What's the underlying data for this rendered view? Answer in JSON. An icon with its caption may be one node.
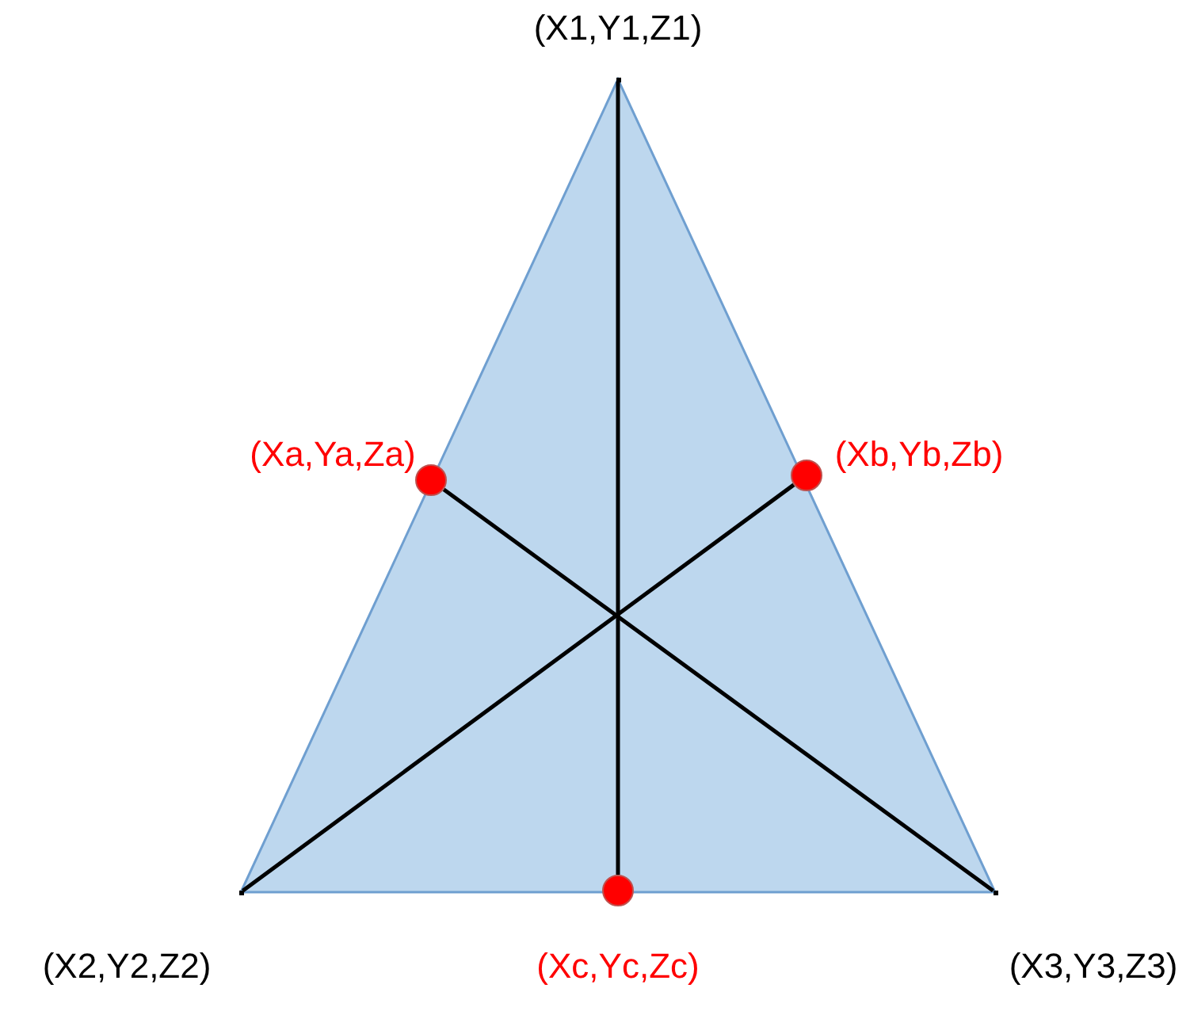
{
  "diagram": {
    "nodes": [
      {
        "text": [],
        "shape": "triangle"
      },
      {
        "text": [],
        "shape": "point",
        "in": 0,
        "beside": [
          "(X1,Y1,Z1)"
        ]
      },
      {
        "text": [],
        "shape": "point",
        "in": 0,
        "beside": [
          "(X2,Y2,Z2)"
        ]
      },
      {
        "text": [],
        "shape": "point",
        "in": 0,
        "beside": [
          "(X3,Y3,Z3)"
        ]
      },
      {
        "text": [],
        "shape": "circle",
        "in": 0,
        "beside": [
          "(Xa,Ya,Za)"
        ]
      },
      {
        "text": [],
        "shape": "circle",
        "in": 0,
        "beside": [
          "(Xb,Yb,Zb)"
        ]
      },
      {
        "text": [],
        "shape": "circle",
        "in": 0,
        "beside": [
          "(Xc,Yc,Zc)"
        ]
      }
    ],
    "edges": [
      {
        "from": 1,
        "to": 6,
        "arrow": "none"
      },
      {
        "from": 2,
        "to": 5,
        "arrow": "none"
      },
      {
        "from": 3,
        "to": 4,
        "arrow": "none"
      }
    ]
  }
}
